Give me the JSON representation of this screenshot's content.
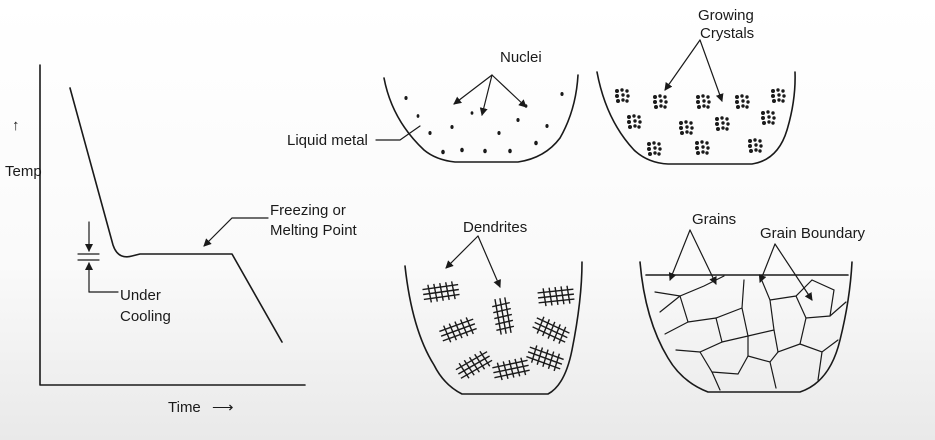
{
  "cooling_curve": {
    "y_label": "Temp",
    "y_arrow": "↑",
    "x_label": "Time",
    "x_arrow": "⟶",
    "freezing_label": [
      "Freezing or",
      "Melting Point"
    ],
    "undercooling_label": [
      "Under",
      "Cooling"
    ]
  },
  "panels": {
    "nuclei": {
      "label": "Nuclei",
      "liquid_label": "Liquid metal"
    },
    "growing": {
      "label": [
        "Growing",
        "Crystals"
      ]
    },
    "dendrites": {
      "label": "Dendrites"
    },
    "grains": {
      "label": "Grains",
      "boundary_label": "Grain Boundary"
    }
  }
}
